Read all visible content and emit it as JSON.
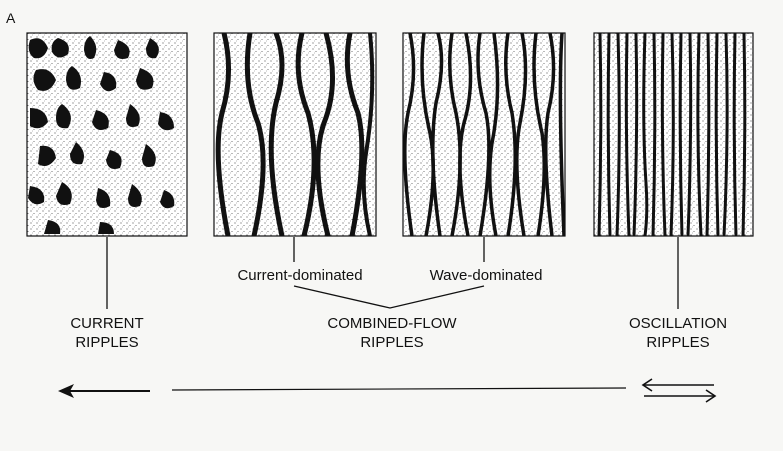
{
  "figure": {
    "panel_letter": "A",
    "panels": [
      {
        "id": "current",
        "style": "blobby"
      },
      {
        "id": "combined-current",
        "style": "sinuous-wide"
      },
      {
        "id": "combined-wave",
        "style": "sinuous-narrow"
      },
      {
        "id": "oscillation",
        "style": "straight-dense"
      }
    ],
    "sublabels": {
      "current_dominated": "Current-dominated",
      "wave_dominated": "Wave-dominated"
    },
    "categories": {
      "current": [
        "CURRENT",
        "RIPPLES"
      ],
      "combined": [
        "COMBINED-FLOW",
        "RIPPLES"
      ],
      "oscillation": [
        "OSCILLATION",
        "RIPPLES"
      ]
    },
    "colors": {
      "ink": "#111111",
      "paper": "#ffffff",
      "background": "#f7f7f5"
    }
  }
}
